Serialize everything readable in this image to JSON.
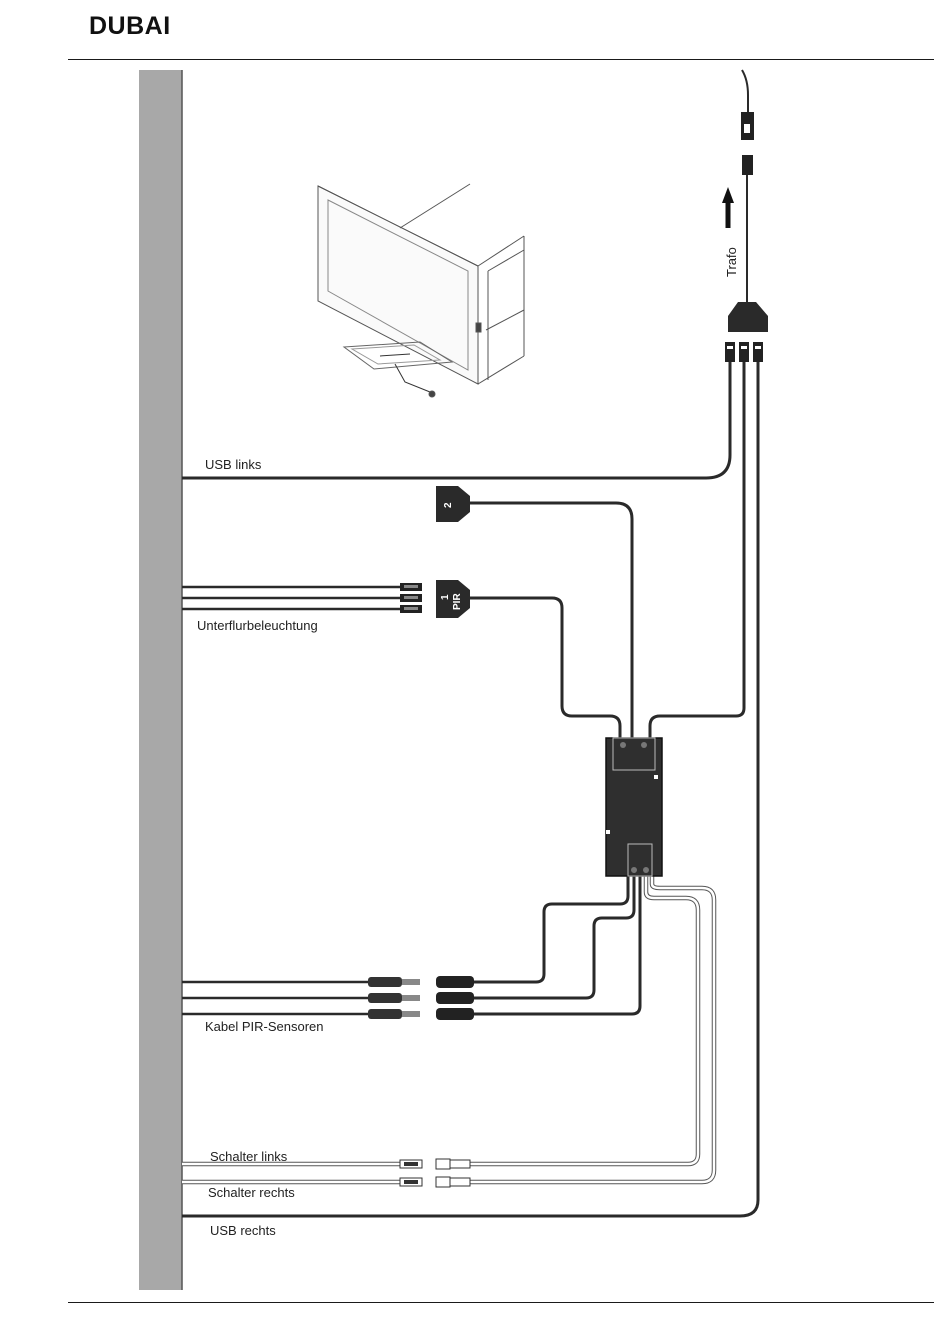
{
  "header": {
    "title": "DUBAI"
  },
  "labels": {
    "usb_left": "USB links",
    "underfloor": "Unterflurbeleuchtung",
    "pir_cable": "Kabel PIR-Sensoren",
    "switch_left": "Schalter links",
    "switch_right": "Schalter rechts",
    "usb_right": "USB rechts",
    "transformer": "Trafo"
  },
  "connectors": {
    "port_2": "2",
    "port_1": "1",
    "port_pir": "PIR"
  },
  "colors": {
    "wall": "#a8a8a8",
    "cable": "#2a2a2a",
    "box": "#2f2f2f"
  }
}
